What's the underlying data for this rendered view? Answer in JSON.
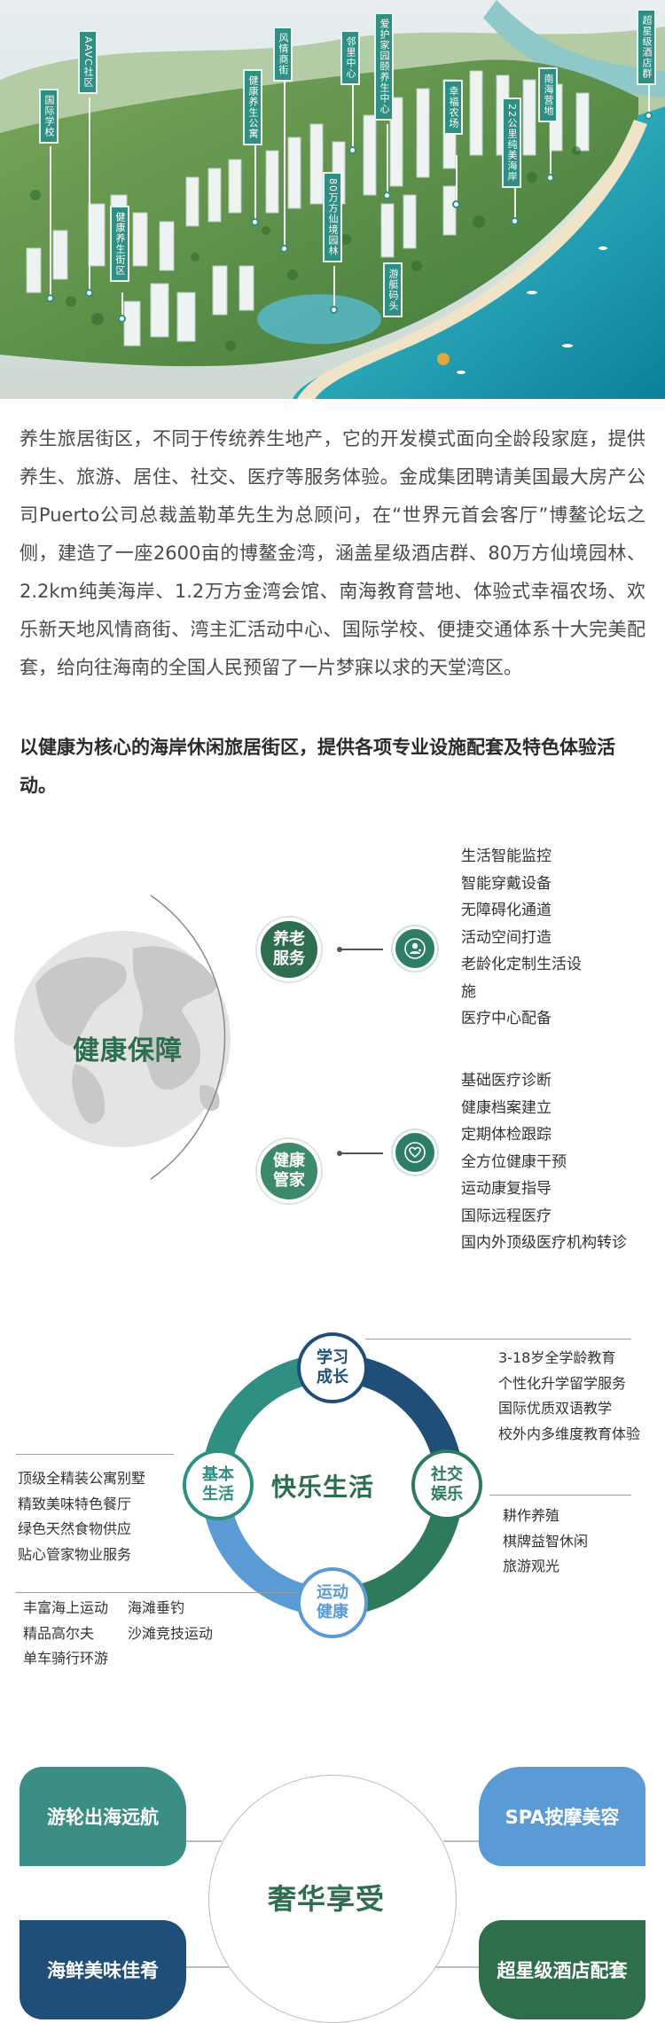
{
  "map": {
    "tags": [
      {
        "id": "international-school",
        "label": "国际学校"
      },
      {
        "id": "aavc-club",
        "label": "AAVC社区"
      },
      {
        "id": "health-resort-street",
        "label": "健康养生街区"
      },
      {
        "id": "health-apartment",
        "label": "健康养生公寓"
      },
      {
        "id": "style-street",
        "label": "风情商街"
      },
      {
        "id": "neighborhood-center",
        "label": "邻里中心"
      },
      {
        "id": "garden-800k",
        "label": "80万方仙境园林"
      },
      {
        "id": "senior-care-center",
        "label": "爱护家园颐养生中心"
      },
      {
        "id": "happy-farm",
        "label": "幸福农场"
      },
      {
        "id": "yacht-pier",
        "label": "游艇码头"
      },
      {
        "id": "beach-22km",
        "label": "22公里纯美海岸"
      },
      {
        "id": "nanhai-camp",
        "label": "南海营地"
      },
      {
        "id": "star-hotel",
        "label": "超星级酒店群"
      }
    ]
  },
  "intro": {
    "paragraph": "养生旅居街区，不同于传统养生地产，它的开发模式面向全龄段家庭，提供养生、旅游、居住、社交、医疗等服务体验。金成集团聘请美国最大房产公司Puerto公司总裁盖勒革先生为总顾问，在“世界元首会客厅”博鳌论坛之侧，建造了一座2600亩的博鳌金湾，涵盖星级酒店群、80万方仙境园林、2.2km纯美海岸、1.2万方金湾会馆、南海教育营地、体验式幸福农场、欢乐新天地风情商街、湾主汇活动中心、国际学校、便捷交通体系十大完美配套，给向往海南的全国人民预留了一片梦寐以求的天堂湾区。",
    "highlight": "以健康为核心的海岸休闲旅居街区，提供各项专业设施配套及特色体验活动。"
  },
  "health": {
    "title": "健康保障",
    "elderly": {
      "label": "养老服务",
      "label_line1": "养老",
      "label_line2": "服务",
      "icon": "person-care-icon",
      "items": [
        "生活智能监控",
        "智能穿戴设备",
        "无障碍化通道",
        "活动空间打造",
        "老龄化定制生活设",
        "施",
        "医疗中心配备"
      ]
    },
    "manager": {
      "label": "健康管家",
      "label_line1": "健康",
      "label_line2": "管家",
      "icon": "heart-icon",
      "items": [
        "基础医疗诊断",
        "健康档案建立",
        "定期体检跟踪",
        "全方位健康干预",
        "运动康复指导",
        "国际远程医疗",
        "国内外顶级医疗机构转诊"
      ]
    },
    "colors": {
      "elderly": "#2e6e4e",
      "manager": "#3d8a6a",
      "icon": "#2e7d67"
    }
  },
  "happy": {
    "title": "快乐生活",
    "nodes": {
      "study": {
        "line1": "学习",
        "line2": "成长"
      },
      "social": {
        "line1": "社交",
        "line2": "娱乐"
      },
      "sport": {
        "line1": "运动",
        "line2": "健康"
      },
      "basic": {
        "line1": "基本",
        "line2": "生活"
      }
    },
    "study_items": [
      "3-18岁全学龄教育",
      "个性化升学留学服务",
      "国际优质双语教学",
      "校外内多维度教育体验"
    ],
    "social_items": [
      "耕作养殖",
      "棋牌益智休闲",
      "旅游观光"
    ],
    "basic_items": [
      "顶级全精装公寓别墅",
      "精致美味特色餐厅",
      "绿色天然食物供应",
      "贴心管家物业服务"
    ],
    "sport_items_left": [
      "丰富海上运动",
      "精品高尔夫",
      "单车骑行环游"
    ],
    "sport_items_right": [
      "海滩垂钓",
      "沙滩竞技运动"
    ],
    "colors": {
      "navy": "#1f4e79",
      "green": "#2f7a5a",
      "blue": "#5b9bd5",
      "teal": "#2f8f82"
    }
  },
  "luxury": {
    "title": "奢华享受",
    "boxes": {
      "cruise": "游轮出海远航",
      "spa": "SPA按摩美容",
      "seafood": "海鲜美味佳肴",
      "hotel": "超星级酒店配套"
    },
    "colors": {
      "cruise": "#3a8e84",
      "spa": "#5b9bd5",
      "seafood": "#1f4e79",
      "hotel": "#2f6e4c"
    }
  }
}
